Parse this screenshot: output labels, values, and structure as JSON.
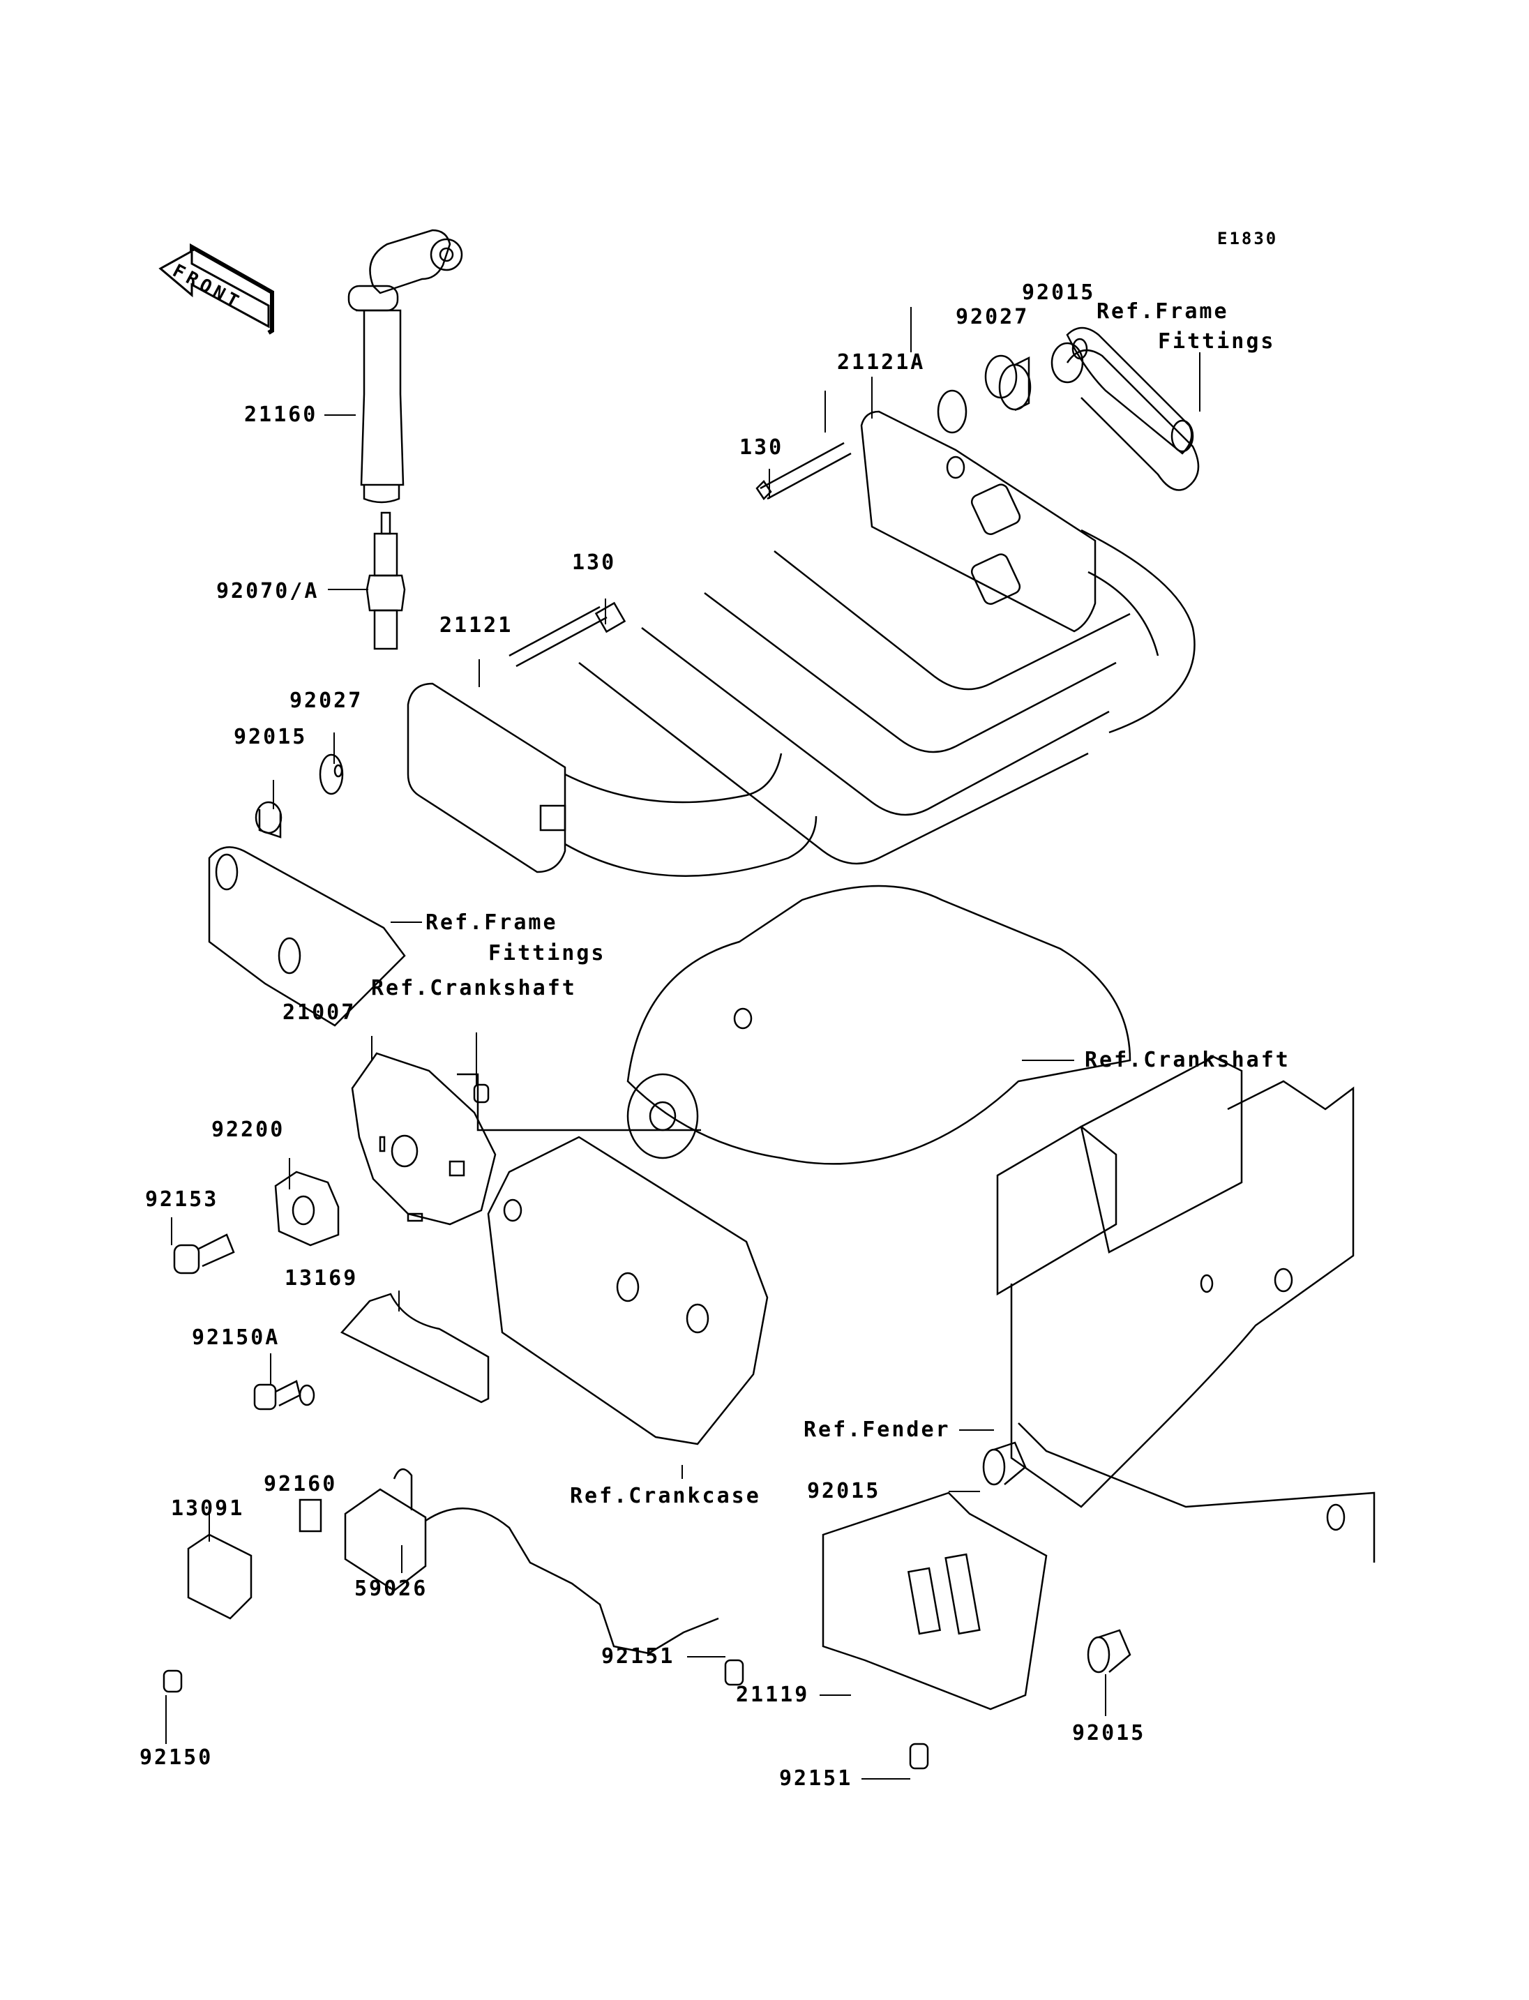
{
  "diagram": {
    "figure_id": "E1830",
    "orientation_arrow": "FRONT",
    "part_labels": [
      {
        "id": "p21160",
        "text": "21160"
      },
      {
        "id": "p92070A",
        "text": "92070/A"
      },
      {
        "id": "p130a",
        "text": "130"
      },
      {
        "id": "p130b",
        "text": "130"
      },
      {
        "id": "p21121A",
        "text": "21121A"
      },
      {
        "id": "p92027a",
        "text": "92027"
      },
      {
        "id": "p92015a",
        "text": "92015"
      },
      {
        "id": "p21121",
        "text": "21121"
      },
      {
        "id": "p92027b",
        "text": "92027"
      },
      {
        "id": "p92015b",
        "text": "92015"
      },
      {
        "id": "p21007",
        "text": "21007"
      },
      {
        "id": "p92200",
        "text": "92200"
      },
      {
        "id": "p92153",
        "text": "92153"
      },
      {
        "id": "p13169",
        "text": "13169"
      },
      {
        "id": "p92150A",
        "text": "92150A"
      },
      {
        "id": "p92160",
        "text": "92160"
      },
      {
        "id": "p13091",
        "text": "13091"
      },
      {
        "id": "p59026",
        "text": "59026"
      },
      {
        "id": "p92150",
        "text": "92150"
      },
      {
        "id": "p92151a",
        "text": "92151"
      },
      {
        "id": "p21119",
        "text": "21119"
      },
      {
        "id": "p92151b",
        "text": "92151"
      },
      {
        "id": "p92015c",
        "text": "92015"
      },
      {
        "id": "p92015d",
        "text": "92015"
      }
    ],
    "reference_labels": {
      "frame_fittings_top_1": "Ref.Frame",
      "frame_fittings_top_2": "Fittings",
      "frame_fittings_left_1": "Ref.Frame",
      "frame_fittings_left_2": "Fittings",
      "crankshaft_left": "Ref.Crankshaft",
      "crankshaft_right": "Ref.Crankshaft",
      "fender": "Ref.Fender",
      "crankcase": "Ref.Crankcase"
    }
  }
}
